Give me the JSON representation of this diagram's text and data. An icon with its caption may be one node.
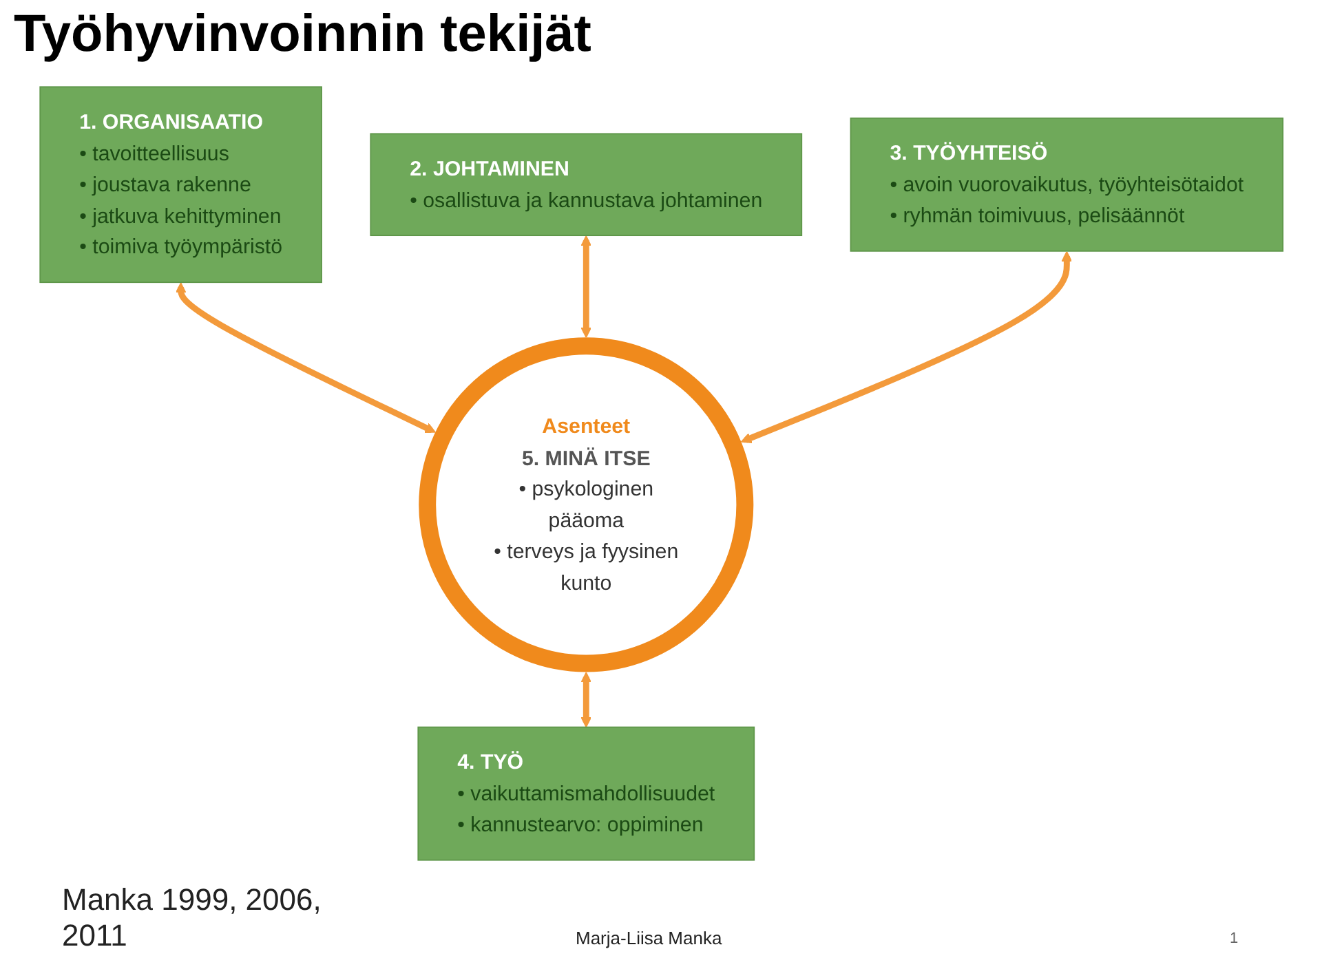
{
  "diagram": {
    "title": "Työhyvinvoinnin tekijät",
    "nodes": [
      {
        "text": [
          "1. ORGANISAATIO",
          "• tavoitteellisuus",
          "• joustava rakenne",
          "• jatkuva kehittyminen",
          "• toimiva työympäristö"
        ]
      },
      {
        "text": [
          "2. JOHTAMINEN",
          "• osallistuva ja kannustava johtaminen"
        ]
      },
      {
        "text": [
          "Asenteet",
          "5. MINÄ ITSE",
          "• psykologinen pääoma",
          "• terveys ja fyysinen kunto"
        ]
      },
      {
        "text": [
          "3. TYÖYHTEISÖ",
          "• avoin vuorovaikutus, työyhteisötaidot",
          "• ryhmän toimivuus, pelisäännöt"
        ]
      },
      {
        "text": [
          "4. TYÖ",
          "• vaikuttamismahdollisuudet",
          "• kannustearvo: oppiminen"
        ]
      }
    ],
    "edges": [
      {
        "from": 0,
        "to": 2,
        "arrow": "both"
      },
      {
        "from": 1,
        "to": 2,
        "arrow": "both"
      },
      {
        "from": 3,
        "to": 2,
        "arrow": "both"
      },
      {
        "from": 2,
        "to": 4,
        "arrow": "both"
      }
    ],
    "labels": [
      "Manka 1999, 2006, 2011",
      "Marja-Liisa Manka",
      "1"
    ]
  }
}
